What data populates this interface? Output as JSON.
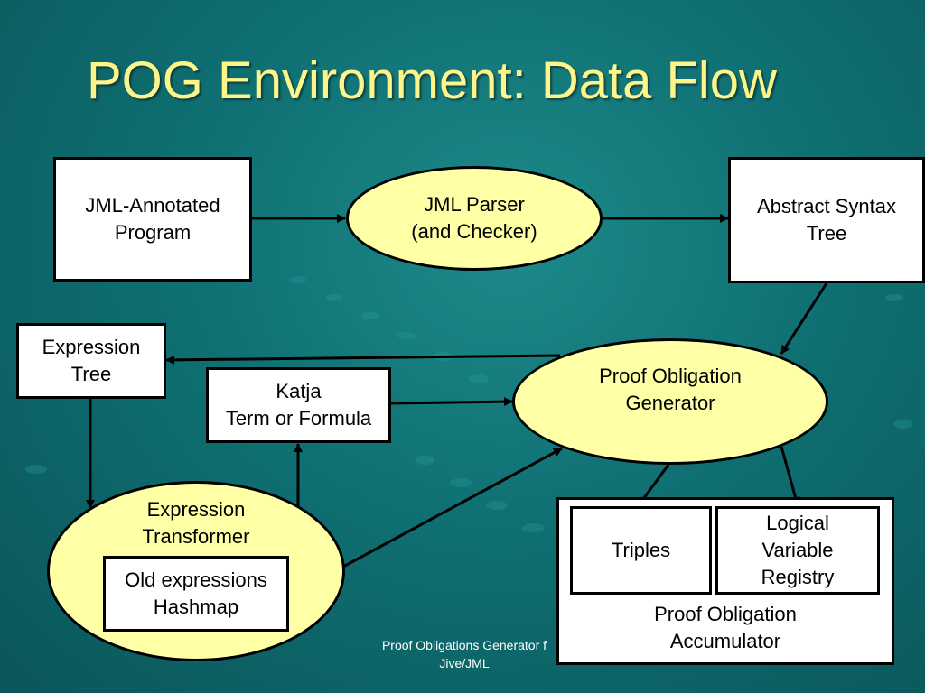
{
  "title": "POG Environment: Data Flow",
  "colors": {
    "background": "#0f6f72",
    "title": "#fdf58a",
    "ellipse_fill": "#ffffa6",
    "box_fill": "#ffffff",
    "stroke": "#000000"
  },
  "nodes": {
    "jml_program": "JML-Annotated\nProgram",
    "jml_parser": "JML Parser\n(and Checker)",
    "ast": "Abstract Syntax\nTree",
    "expression_tree": "Expression\nTree",
    "katja": "Katja\nTerm or Formula",
    "pog": "Proof Obligation\nGenerator",
    "expression_transformer": "Expression\nTransformer",
    "old_expressions": "Old expressions\nHashmap",
    "triples": "Triples",
    "logical_registry": "Logical\nVariable\nRegistry",
    "accumulator": "Proof Obligation\nAccumulator"
  },
  "footer": "Proof Obligations Generator f\nJive/JML"
}
